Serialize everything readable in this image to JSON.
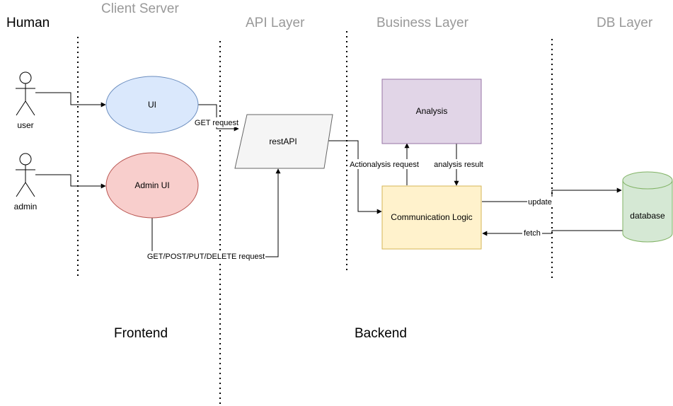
{
  "lanes": {
    "human": "Human",
    "client_server": "Client Server",
    "api_layer": "API Layer",
    "business_layer": "Business Layer",
    "db_layer": "DB Layer"
  },
  "sections": {
    "frontend": "Frontend",
    "backend": "Backend"
  },
  "actors": {
    "user": "user",
    "admin": "admin"
  },
  "nodes": {
    "ui": "UI",
    "admin_ui": "Admin UI",
    "rest_api": "restAPI",
    "analysis": "Analysis",
    "communication_logic": "Communication Logic",
    "database": "database"
  },
  "edges": {
    "get_request": "GET request",
    "crud_request": "GET/POST/PUT/DELETE request",
    "action_analysis_request": "Actionalysis request",
    "analysis_result": "analysis result",
    "update": "update",
    "fetch": "fetch"
  },
  "colors": {
    "ui_fill": "#dae8fc",
    "ui_stroke": "#6c8ebf",
    "admin_fill": "#f8cecc",
    "admin_stroke": "#b85450",
    "api_fill": "#f5f5f5",
    "api_stroke": "#666666",
    "analysis_fill": "#e1d5e7",
    "analysis_stroke": "#9673a6",
    "logic_fill": "#fff2cc",
    "logic_stroke": "#d6b656",
    "db_fill": "#d5e8d4",
    "db_stroke": "#82b366",
    "lane_gray": "#999999"
  }
}
